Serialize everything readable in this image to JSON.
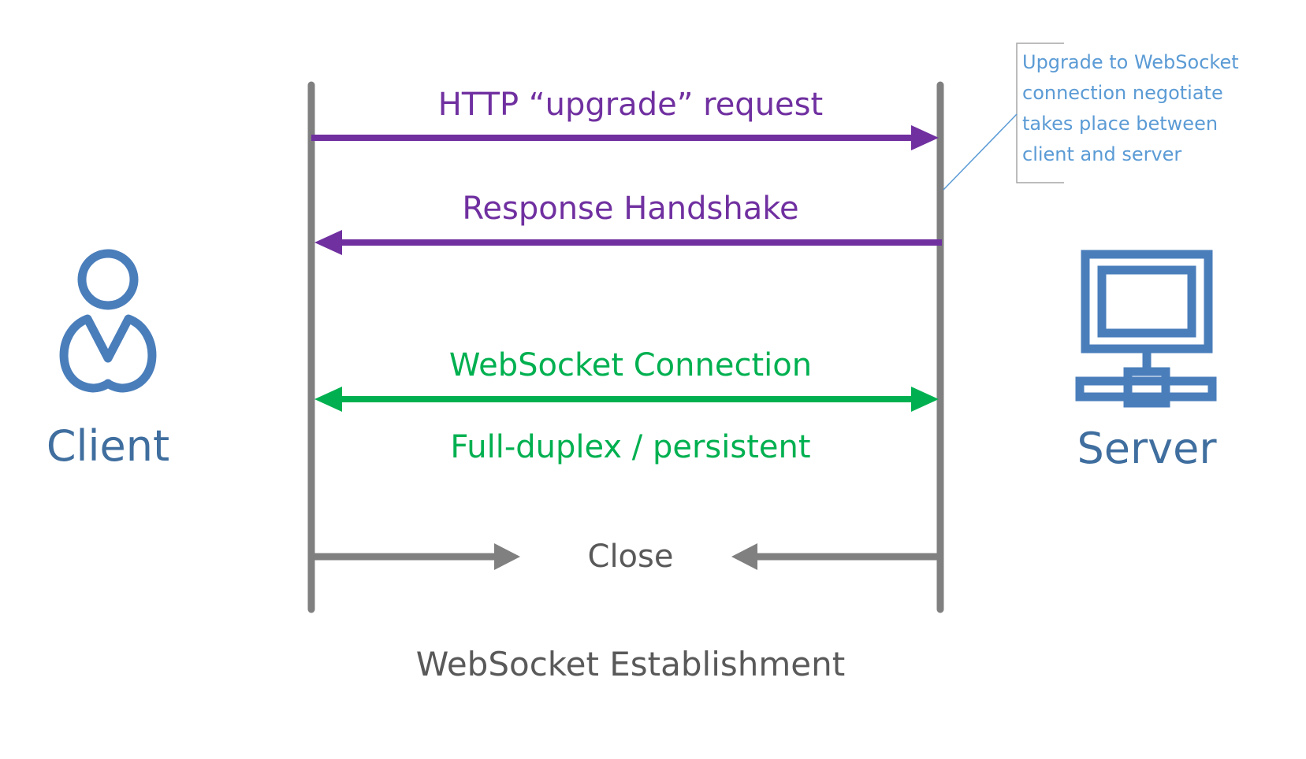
{
  "messages": {
    "upgrade_request": "HTTP “upgrade” request",
    "response_handshake": "Response Handshake",
    "websocket_connection": "WebSocket Connection",
    "full_duplex": "Full-duplex / persistent",
    "close": "Close"
  },
  "actors": {
    "client": "Client",
    "server": "Server"
  },
  "note": {
    "lines": [
      "Upgrade to WebSocket",
      "connection negotiate",
      "takes place between",
      "client and server"
    ]
  },
  "caption": "WebSocket Establishment",
  "icons": {
    "client": "user-icon",
    "server": "server-icon"
  },
  "colors": {
    "handshake": "#7030A0",
    "connection": "#00B050",
    "close": "#808080",
    "lifeline": "#808080",
    "actor": "#4A7EBB",
    "note": "#5B9BD5"
  }
}
